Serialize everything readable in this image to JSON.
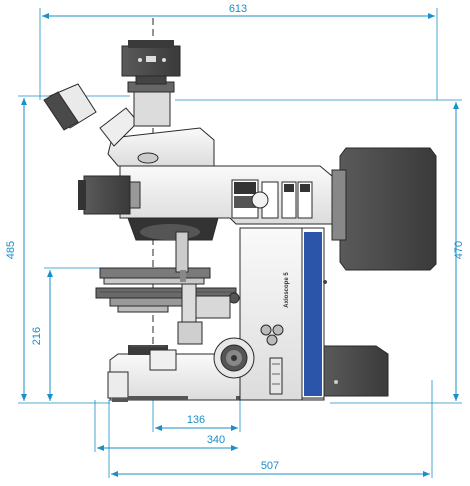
{
  "diagram": {
    "dimensions": {
      "top_width": "613",
      "overall_height": "485",
      "right_height": "470",
      "stage_height": "216",
      "depth_short": "136",
      "depth_mid": "340",
      "depth_total": "507"
    },
    "brand_label": "Axioscope 5",
    "colors": {
      "dimension": "#1a8fc9",
      "body_light": "#f4f4f4",
      "body_dark": "#4d4d4d",
      "panel_blue": "#2b55a8",
      "outline": "#2a2a2a"
    }
  }
}
